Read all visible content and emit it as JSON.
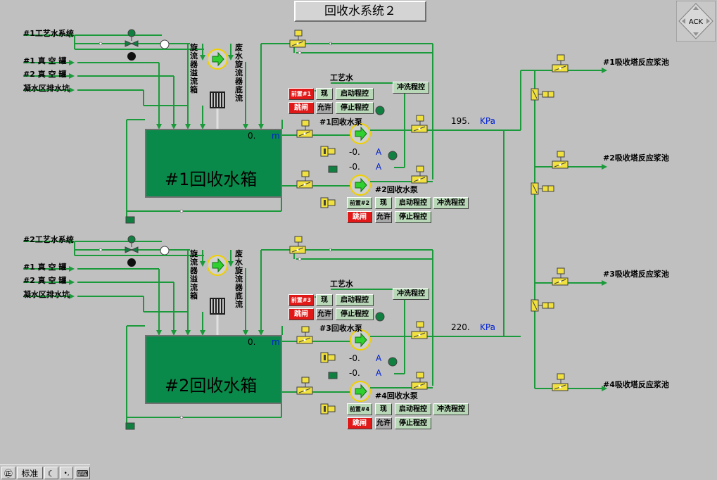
{
  "title": "回收水系统２",
  "ack": "ACK",
  "units": {
    "level": "m",
    "current": "A",
    "pressure": "KPa"
  },
  "colors": {
    "pipe": "#1a9a3a",
    "tank": "#0a8a4a",
    "valve": "#f0e040",
    "alarm": "#e01818",
    "background": "#c0c0c0"
  },
  "sections": [
    {
      "inlets": [
        "#1工艺水系统",
        "#1 真 空 罐",
        "#2 真 空 罐",
        "凝水区排水坑"
      ],
      "vertical_labels": [
        "旋流器溢流箱",
        "废水旋流器底流"
      ],
      "tank_name": "#1回收水箱",
      "level": "0.",
      "process_water": "工艺水",
      "flush_button": "冲洗程控",
      "pressure": "195.",
      "pumps": [
        {
          "name": "#1回收水泵",
          "mode_label": "前置#1",
          "state_label": "跳闸",
          "permit_label": "允许",
          "local_label": "现",
          "start_label": "启动程控",
          "stop_label": "停止程控",
          "current": "-0."
        },
        {
          "name": "#2回收水泵",
          "mode_label": "前置#2",
          "state_label": "跳闸",
          "permit_label": "允许",
          "local_label": "现",
          "start_label": "启动程控",
          "stop_label": "停止程控",
          "flush_label": "冲洗程控",
          "current": "-0."
        }
      ]
    },
    {
      "inlets": [
        "#2工艺水系统",
        "#1 真 空 罐",
        "#2 真 空 罐",
        "凝水区排水坑"
      ],
      "vertical_labels": [
        "旋流器溢流箱",
        "废水旋流器底流"
      ],
      "tank_name": "#2回收水箱",
      "level": "0.",
      "process_water": "工艺水",
      "flush_button": "冲洗程控",
      "pressure": "220.",
      "pumps": [
        {
          "name": "#3回收水泵",
          "mode_label": "前置#3",
          "state_label": "跳闸",
          "permit_label": "允许",
          "local_label": "现",
          "start_label": "启动程控",
          "stop_label": "停止程控",
          "current": "-0."
        },
        {
          "name": "#4回收水泵",
          "mode_label": "前置#4",
          "state_label": "跳闸",
          "permit_label": "允许",
          "local_label": "现",
          "start_label": "启动程控",
          "stop_label": "停止程控",
          "flush_label": "冲洗程控",
          "current": "-0."
        }
      ]
    }
  ],
  "outlets": [
    "#1吸收塔反应浆池",
    "#2吸收塔反应浆池",
    "#3吸收塔反应浆池",
    "#4吸收塔反应浆池"
  ],
  "taskbar": {
    "mode": "标准",
    "ime_icon": "moon-icon",
    "punct": "•,",
    "keyboard_icon": "keyboard-icon"
  }
}
